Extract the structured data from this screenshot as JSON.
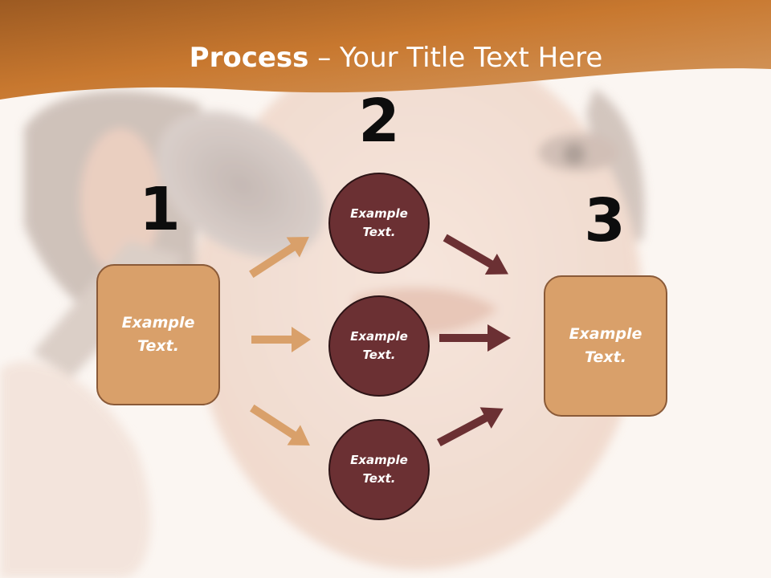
{
  "slide": {
    "title_bold": "Process",
    "title_sep": " – ",
    "title_rest": "Your Title Text Here"
  },
  "steps": [
    {
      "number": "1",
      "text": "Example Text."
    },
    {
      "number": "2",
      "items": [
        "Example Text.",
        "Example Text.",
        "Example Text."
      ]
    },
    {
      "number": "3",
      "text": "Example Text."
    }
  ],
  "colors": {
    "header_band": "#c47a36",
    "box_fill": "#d9a06a",
    "circle_fill": "#6b3033",
    "arrow_light": "#d9a06a",
    "arrow_dark": "#6b3033"
  }
}
